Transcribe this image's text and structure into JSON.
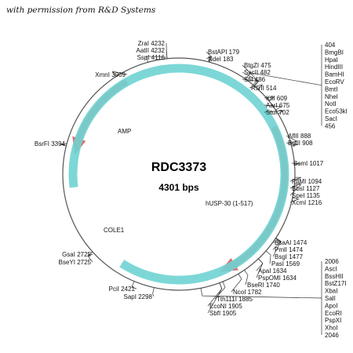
{
  "credit": "with permission from R&D Systems",
  "plasmid": {
    "name": "RDC3373",
    "size": "4301 bps"
  },
  "colors": {
    "backbone": "#555555",
    "amp": "#e06a6a",
    "insert": "#e06a6a",
    "ori": "#6fd3d3"
  },
  "features": [
    {
      "label": "AMP",
      "start": 3950,
      "end": 3350,
      "color": "#e06a6a",
      "direction": "ccw"
    },
    {
      "label": "hUSP-30 (1-517)",
      "start": 760,
      "end": 1880,
      "color": "#e06a6a",
      "direction": "cw"
    },
    {
      "label": "COLE1",
      "start": 3140,
      "end": 2540,
      "color": "#6fd3d3",
      "direction": "none"
    }
  ],
  "sites": [
    {
      "text": "ZraI 4232",
      "pos": 4232
    },
    {
      "text": "AatII 4232",
      "pos": 4232
    },
    {
      "text": "SspI 4116",
      "pos": 4116
    },
    {
      "text": "XmnI 3909",
      "pos": 3909
    },
    {
      "text": "BsrFI 3394",
      "pos": 3394
    },
    {
      "text": "GsaI 2725",
      "pos": 2725
    },
    {
      "text": "BseYI 2725",
      "pos": 2725
    },
    {
      "text": "PciI 2421",
      "pos": 2421
    },
    {
      "text": "SapI 2298",
      "pos": 2298
    },
    {
      "text": "BstAPI 179",
      "pos": 179
    },
    {
      "text": "NdeI 183",
      "pos": 183
    },
    {
      "text": "BtgZI 475",
      "pos": 475
    },
    {
      "text": "SacII 482",
      "pos": 482
    },
    {
      "text": "SfiI 486",
      "pos": 486
    },
    {
      "text": "RsrII 514",
      "pos": 514
    },
    {
      "text": "KflI 609",
      "pos": 609
    },
    {
      "text": "AarI 675",
      "pos": 675
    },
    {
      "text": "StuI 702",
      "pos": 702
    },
    {
      "text": "AflII 888",
      "pos": 888
    },
    {
      "text": "BglII 908",
      "pos": 908
    },
    {
      "text": "BsmI 1017",
      "pos": 1017
    },
    {
      "text": "PflMI 1094",
      "pos": 1094
    },
    {
      "text": "BbsI 1127",
      "pos": 1127
    },
    {
      "text": "SpeI 1135",
      "pos": 1135
    },
    {
      "text": "XcmI 1216",
      "pos": 1216
    },
    {
      "text": "BsaAI 1474",
      "pos": 1474
    },
    {
      "text": "PmlI 1474",
      "pos": 1474
    },
    {
      "text": "BsgI 1477",
      "pos": 1477
    },
    {
      "text": "PasI 1569",
      "pos": 1569
    },
    {
      "text": "ApaI 1634",
      "pos": 1634
    },
    {
      "text": "PspOMI 1634",
      "pos": 1634
    },
    {
      "text": "BseRI 1740",
      "pos": 1740
    },
    {
      "text": "NcoI 1782",
      "pos": 1782
    },
    {
      "text": "Tth111I 1885",
      "pos": 1885
    },
    {
      "text": "EcoNI 1905",
      "pos": 1905
    },
    {
      "text": "SbfI 1905",
      "pos": 1905
    }
  ],
  "mcs_top": {
    "pos": 420,
    "lines": [
      "404",
      "BmgBI",
      "HpaI",
      "HindIII",
      "BamHI",
      "EcoRV",
      "BmtI",
      "NheI",
      "NotI",
      "Eco53kI",
      "SacI",
      "456"
    ]
  },
  "mcs_bottom": {
    "pos": 2020,
    "lines": [
      "2006",
      "AscI",
      "BssHII",
      "BstZ17I",
      "XbaI",
      "SalI",
      "ApoI",
      "EcoRI",
      "PspXI",
      "XhoI",
      "2046"
    ]
  }
}
